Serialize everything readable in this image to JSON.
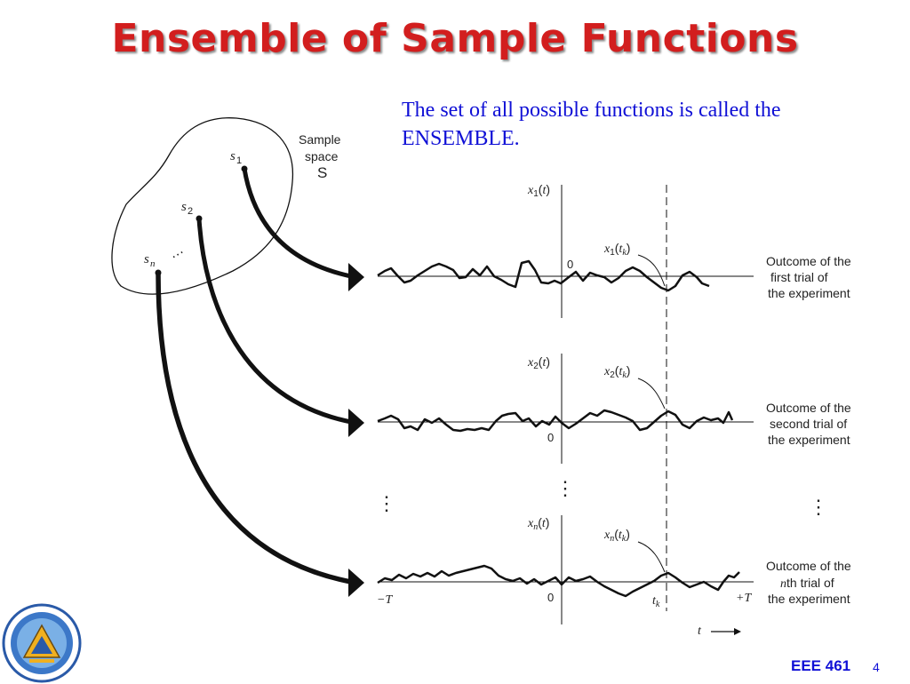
{
  "slide": {
    "title": "Ensemble of Sample Functions",
    "intro_text": "The set of all possible functions is called the ENSEMBLE.",
    "course_code": "EEE 461",
    "page_number": "4"
  },
  "sample_space": {
    "label_line1": "Sample",
    "label_line2": "space",
    "label_symbol": "S",
    "points": [
      {
        "letter": "s",
        "sub": "1"
      },
      {
        "letter": "s",
        "sub": "2"
      },
      {
        "letter": "s",
        "sub": "n"
      }
    ],
    "dots": "…"
  },
  "rows": [
    {
      "y_label": "x",
      "y_sub": "1",
      "fn_label": "x",
      "fn_sub": "1",
      "origin": "0",
      "caption": [
        "Outcome of the",
        "first trial of",
        "the experiment"
      ]
    },
    {
      "y_label": "x",
      "y_sub": "2",
      "fn_label": "x",
      "fn_sub": "2",
      "origin": "0",
      "caption": [
        "Outcome of the",
        "second trial of",
        "the experiment"
      ]
    },
    {
      "y_label": "x",
      "y_sub": "n",
      "fn_label": "x",
      "fn_sub": "n",
      "origin": "0",
      "caption": [
        "Outcome of the",
        "th trial of",
        "the experiment"
      ],
      "caption_prefix_italic": "n"
    }
  ],
  "axis": {
    "t_open": "(",
    "t_var": "t",
    "t_close": ")",
    "tk_var": "t",
    "tk_sub": "k",
    "minus_T": "−T",
    "plus_T": "+T",
    "t_label": "t",
    "vdots": "⋮"
  },
  "colors": {
    "title": "#d21e1e",
    "intro": "#1010d6",
    "ink": "#111111"
  }
}
